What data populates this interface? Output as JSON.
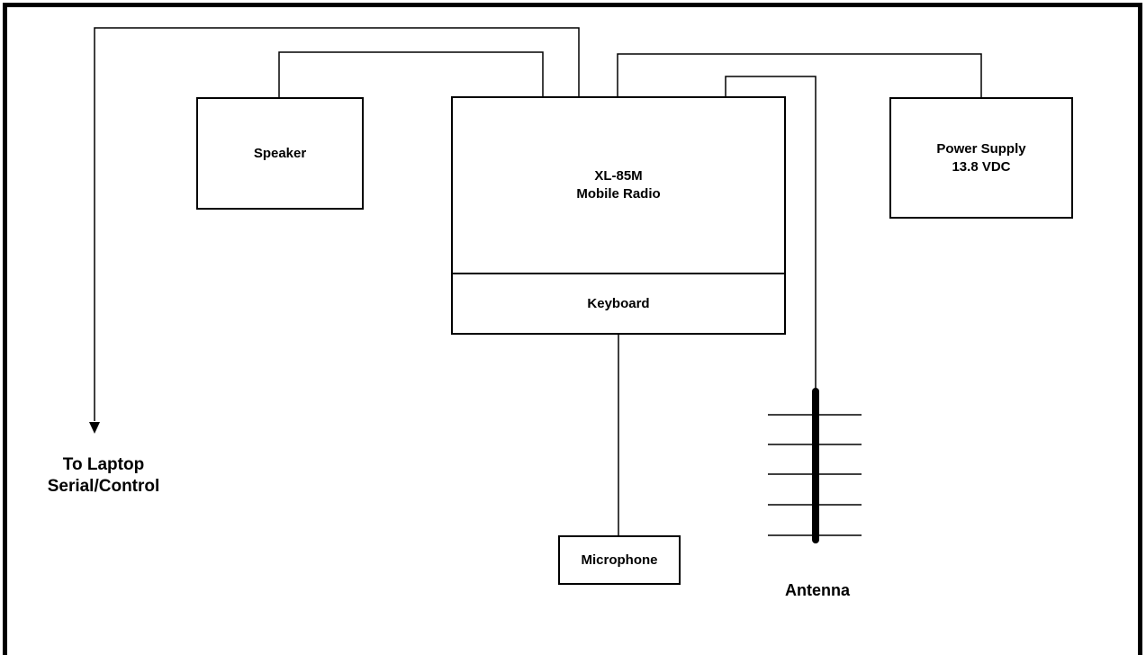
{
  "diagram": {
    "speaker": "Speaker",
    "radio": "XL-85M\nMobile Radio",
    "keyboard": "Keyboard",
    "power_supply": "Power Supply\n13.8 VDC",
    "microphone": "Microphone",
    "antenna": "Antenna",
    "laptop": "To Laptop\nSerial/Control"
  },
  "colors": {
    "line": "#000000",
    "background": "#ffffff"
  }
}
